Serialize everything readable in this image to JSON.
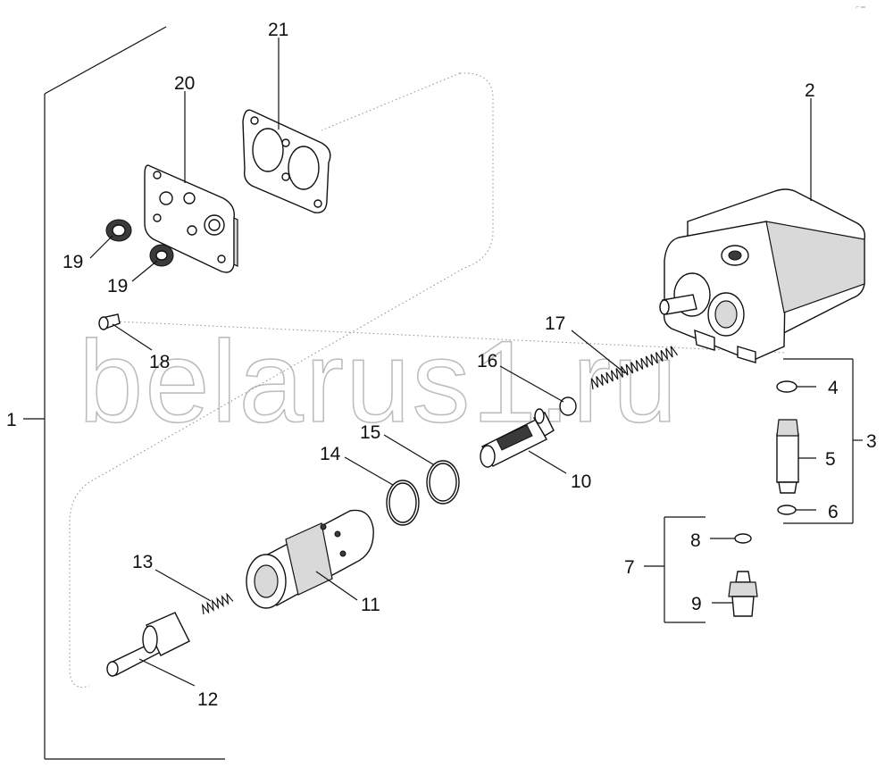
{
  "watermark": "belarus1.ru",
  "corner_mark": "⌐ ═",
  "callouts": {
    "c1": "1",
    "c2": "2",
    "c3": "3",
    "c4": "4",
    "c5": "5",
    "c6": "6",
    "c7": "7",
    "c8": "8",
    "c9": "9",
    "c10": "10",
    "c11": "11",
    "c12": "12",
    "c13": "13",
    "c14": "14",
    "c15": "15",
    "c16": "16",
    "c17": "17",
    "c18": "18",
    "c19a": "19",
    "c19b": "19",
    "c20": "20",
    "c21": "21"
  }
}
